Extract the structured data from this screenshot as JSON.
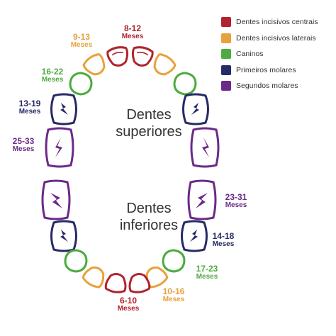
{
  "colors": {
    "central": "#b0232f",
    "lateral": "#e7a23b",
    "canine": "#4cac3f",
    "first_molar": "#262a66",
    "second_molar": "#6b2a87",
    "text": "#333333"
  },
  "legend": [
    {
      "label": "Dentes incisivos centrais",
      "color": "#b0232f"
    },
    {
      "label": "Dentes incisivos laterais",
      "color": "#e7a23b"
    },
    {
      "label": "Caninos",
      "color": "#4cac3f"
    },
    {
      "label": "Primeiros molares",
      "color": "#262a66"
    },
    {
      "label": "Segundos molares",
      "color": "#6b2a87"
    }
  ],
  "upper": {
    "title_line1": "Dentes",
    "title_line2": "superiores",
    "central": {
      "range": "8-12",
      "unit": "Meses"
    },
    "lateral": {
      "range": "9-13",
      "unit": "Meses"
    },
    "canine": {
      "range": "16-22",
      "unit": "Meses"
    },
    "first_molar": {
      "range": "13-19",
      "unit": "Meses"
    },
    "second_molar": {
      "range": "25-33",
      "unit": "Meses"
    }
  },
  "lower": {
    "title_line1": "Dentes",
    "title_line2": "inferiores",
    "central": {
      "range": "6-10",
      "unit": "Meses"
    },
    "lateral": {
      "range": "10-16",
      "unit": "Meses"
    },
    "canine": {
      "range": "17-23",
      "unit": "Meses"
    },
    "first_molar": {
      "range": "14-18",
      "unit": "Meses"
    },
    "second_molar": {
      "range": "23-31",
      "unit": "Meses"
    }
  }
}
